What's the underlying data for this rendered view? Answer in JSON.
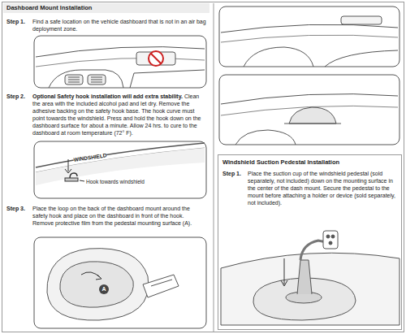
{
  "diagram": {
    "title": "Dashboard Mount Installation",
    "nodes": [
      {
        "text": [
          "Windshield Suction Pedestal Installation",
          "Step 1.",
          "Place the suction cup of the windshield pedestal (sold separately, not included) down on the mounting surface in the center of the dash mount. Secure the pedestal to the mount before attaching a holder or device (sold separately, not included)."
        ]
      }
    ],
    "labels": [
      "Step 1.",
      "Find a safe location on the vehicle dashboard that is not in an air bag deployment zone.",
      "Step 2.",
      "Optional Safety hook installation will add extra stability.",
      "Clean the area with the included alcohol pad and let dry. Remove the adhesive backing on the safety hook base. The hook curve must point towards the windshield. Press and hold the hook down on the dashboard surface for about a minute. Allow 24 hrs. to cure to the dashboard at room temperature (72° F).",
      "WINDSHIELD",
      "Hook towards windshield",
      "Step 3.",
      "Place the loop on the back of the dashboard mount around the safety hook and place on the dashboard in front of the hook. Remove protective film from the pedestal mounting surface (A).",
      "A"
    ]
  }
}
